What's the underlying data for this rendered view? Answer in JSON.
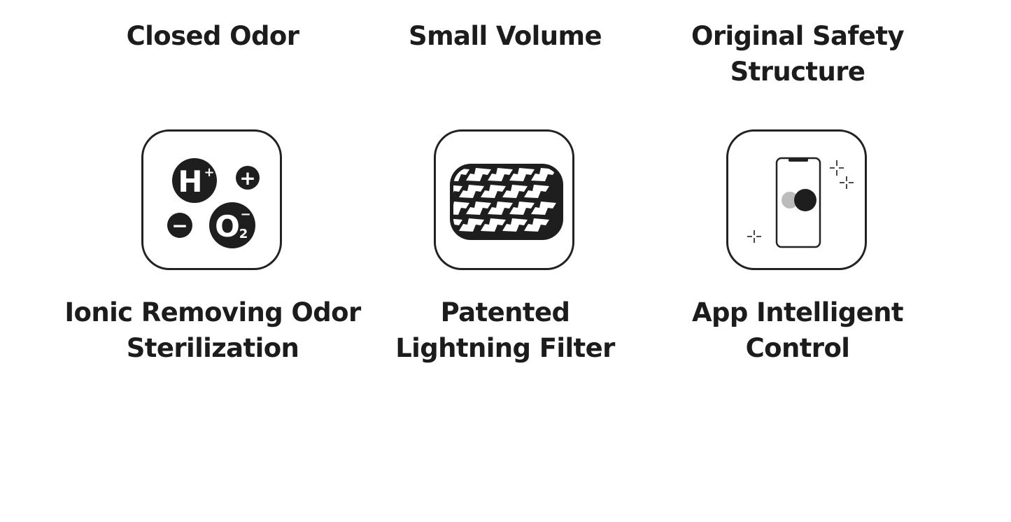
{
  "top_labels": [
    {
      "lines": [
        "Closed Odor"
      ]
    },
    {
      "lines": [
        "Small Volume"
      ]
    },
    {
      "lines": [
        "Original Safety",
        "Structure"
      ]
    }
  ],
  "features": [
    {
      "icon": "ion-molecules-icon",
      "lines": [
        "Ionic Removing Odor",
        "Sterilization"
      ]
    },
    {
      "icon": "filter-mesh-icon",
      "lines": [
        "Patented",
        "Lightning Filter"
      ]
    },
    {
      "icon": "smartphone-app-icon",
      "lines": [
        "App Intelligent",
        "Control"
      ]
    }
  ],
  "ion_symbols": {
    "h": "H",
    "h_charge": "+",
    "plus": "+",
    "minus": "−",
    "o": "O",
    "o_sub": "2",
    "o_charge": "−"
  },
  "colors": {
    "text": "#1c1c1c",
    "icon_stroke": "#222222",
    "icon_fill": "#1e1e1e",
    "background": "#ffffff"
  }
}
